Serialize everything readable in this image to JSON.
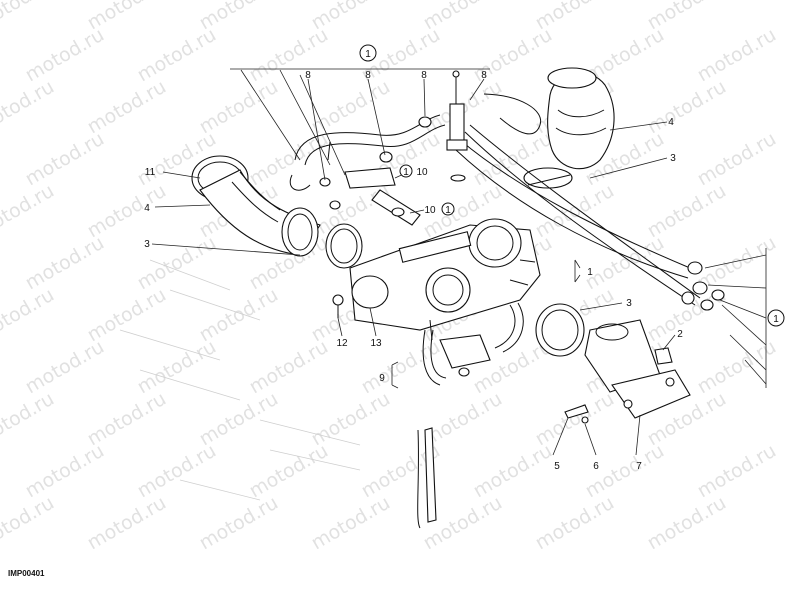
{
  "watermark": "motod.ru",
  "diagram_code": "IMP00401",
  "group_marker": "1",
  "callouts": {
    "c1": "1",
    "c2": "2",
    "c3a": "3",
    "c3b": "3",
    "c3c": "3",
    "c4a": "4",
    "c4b": "4",
    "c5": "5",
    "c6": "6",
    "c7": "7",
    "c8a": "8",
    "c8b": "8",
    "c8c": "8",
    "c8d": "8",
    "c9": "9",
    "c10a": "10",
    "c10b": "10",
    "c11": "11",
    "c12": "12",
    "c13": "13"
  }
}
